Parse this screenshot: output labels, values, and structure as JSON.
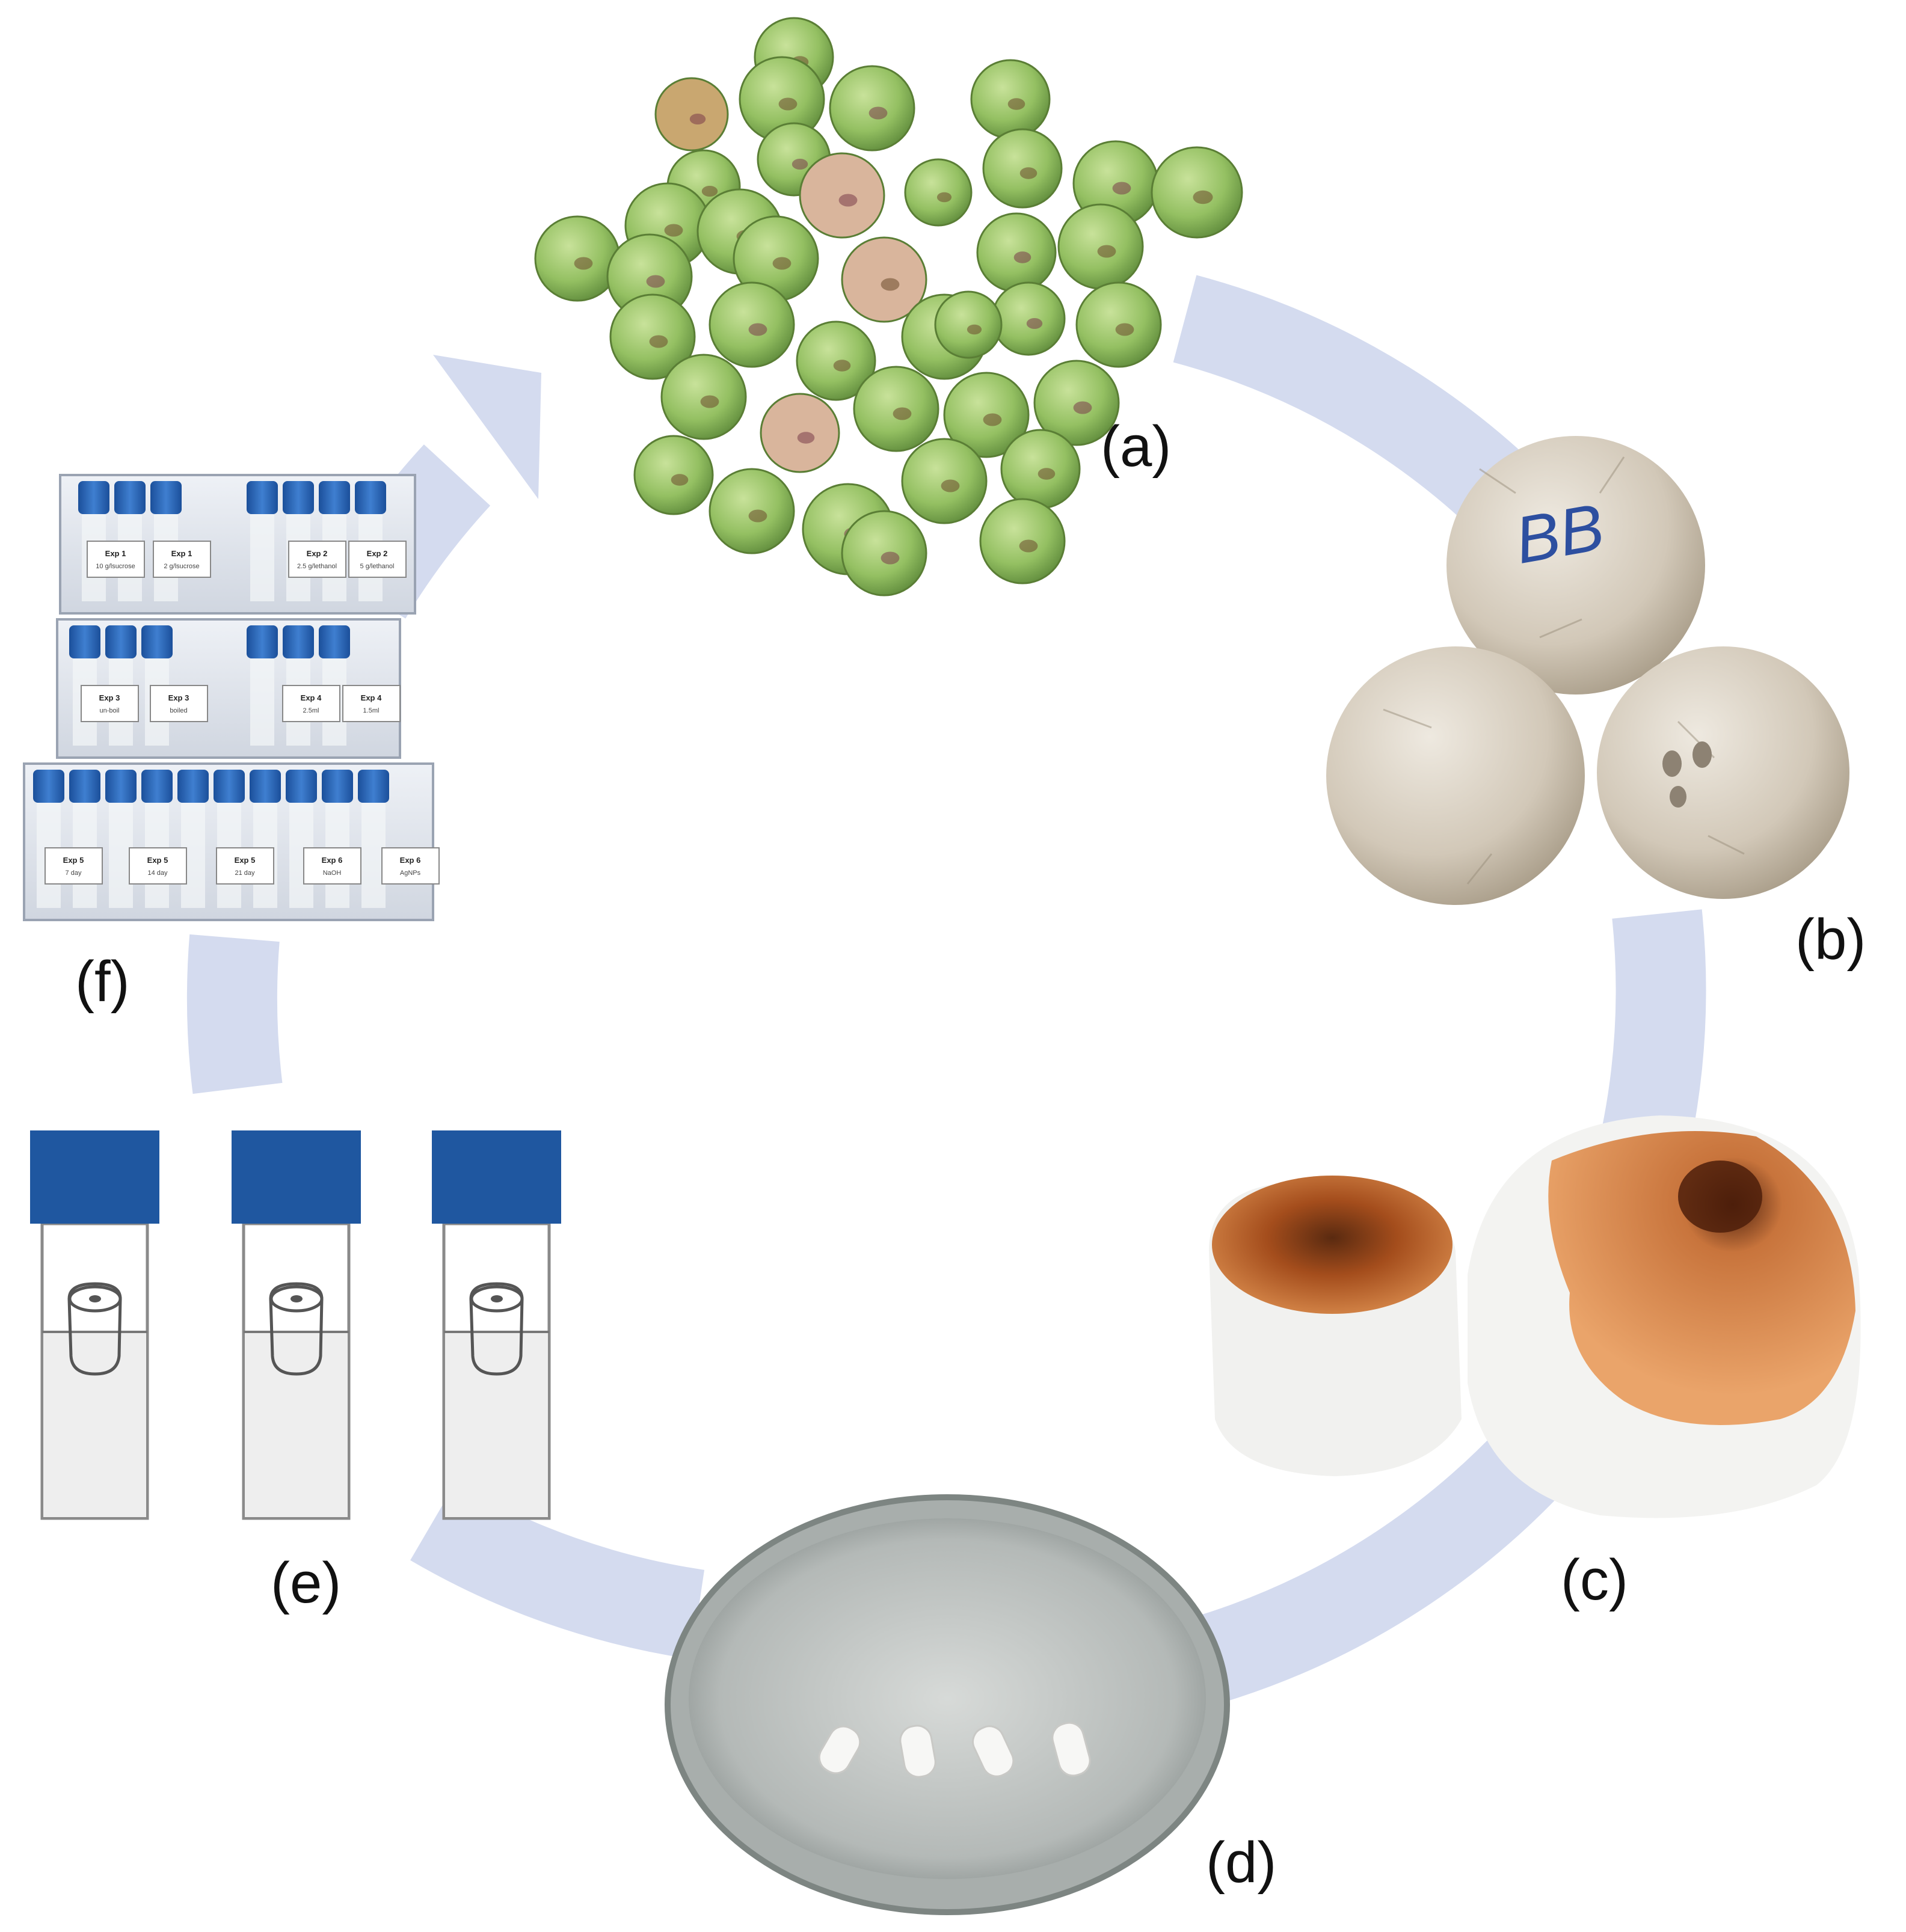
{
  "panels": [
    {
      "id": "a",
      "label": "(a)"
    },
    {
      "id": "b",
      "label": "(b)"
    },
    {
      "id": "c",
      "label": "(c)"
    },
    {
      "id": "d",
      "label": "(d)"
    },
    {
      "id": "e",
      "label": "(e)"
    },
    {
      "id": "f",
      "label": "(f)"
    }
  ],
  "vial_labels": {
    "top": [
      [
        "Exp 1",
        "10 g/lsucrose"
      ],
      [
        "Exp 1",
        "2 g/lsucrose"
      ],
      [
        "Exp 2",
        "2.5 g/lethanol"
      ],
      [
        "Exp 2",
        "5 g/lethanol"
      ]
    ],
    "middle": [
      [
        "Exp 3",
        "un-boil"
      ],
      [
        "Exp 3",
        "boiled"
      ],
      [
        "Exp 4",
        "2.5ml"
      ],
      [
        "Exp 4",
        "1.5ml"
      ]
    ],
    "bottom": [
      [
        "Exp 5",
        "7 day"
      ],
      [
        "Exp 5",
        "14 day"
      ],
      [
        "Exp 5",
        "21 day"
      ],
      [
        "Exp 6",
        "NaOH"
      ],
      [
        "Exp 6",
        "AgNPs"
      ]
    ]
  },
  "bb_mark": "BB",
  "colors": {
    "cycle_arrow": "#d4dbef",
    "cap_blue": "#1f57a0",
    "green_coconut": "#9cc767",
    "husk": "#d8cfc0",
    "burnt_top": "#b85c24"
  }
}
